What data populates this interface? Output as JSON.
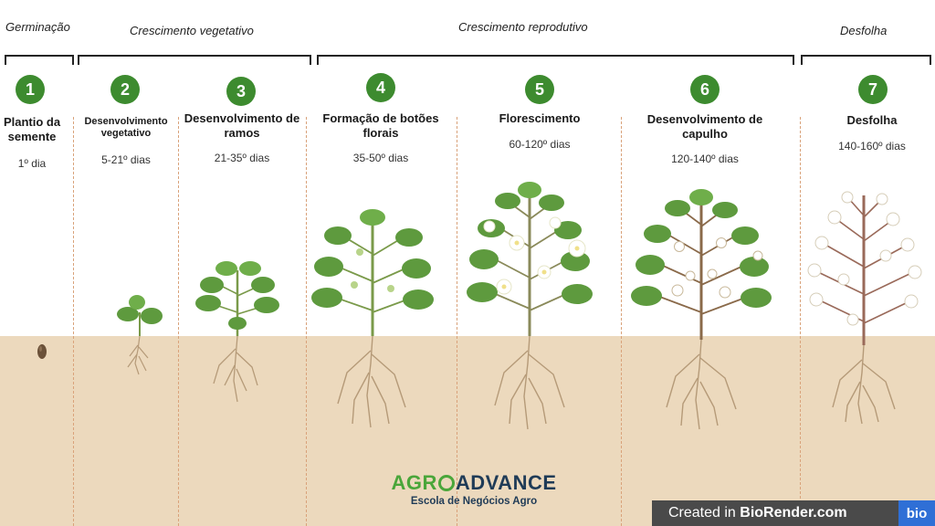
{
  "phases": [
    {
      "label": "Germinação"
    },
    {
      "label": "Crescimento vegetativo"
    },
    {
      "label": "Crescimento reprodutivo"
    },
    {
      "label": "Desfolha"
    }
  ],
  "stages": [
    {
      "number": "1",
      "title": "Plantio da semente",
      "days": "1º dia"
    },
    {
      "number": "2",
      "title": "Desenvolvimento vegetativo",
      "days": "5-21º dias"
    },
    {
      "number": "3",
      "title": "Desenvolvimento de ramos",
      "days": "21-35º dias"
    },
    {
      "number": "4",
      "title": "Formação de botões florais",
      "days": "35-50º dias"
    },
    {
      "number": "5",
      "title": "Florescimento",
      "days": "60-120º dias"
    },
    {
      "number": "6",
      "title": "Desenvolvimento de capulho",
      "days": "120-140º dias"
    },
    {
      "number": "7",
      "title": "Desfolha",
      "days": "140-160º dias"
    }
  ],
  "logo": {
    "part1": "AGR",
    "part2": "ADVANCE",
    "subtitle": "Escola de Negócios Agro"
  },
  "watermark": {
    "prefix": "Created in ",
    "brand": "BioRender.com",
    "badge": "bio"
  },
  "colors": {
    "badge": "#3d8b2f",
    "soil": "#ecd9bd",
    "leaf": "#5e9a3e",
    "stem": "#7a9a4a",
    "root": "#b59a78",
    "boll": "#ffffff"
  }
}
